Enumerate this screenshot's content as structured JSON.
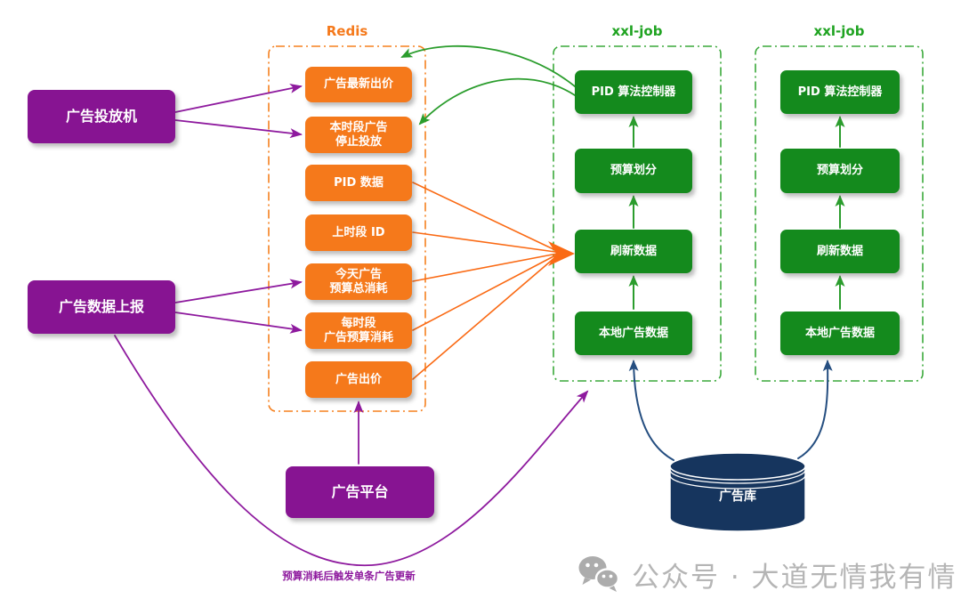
{
  "left_nodes": {
    "ad_server": {
      "label": "广告投放机"
    },
    "ad_report": {
      "label": "广告数据上报"
    },
    "ad_platform": {
      "label": "广告平台"
    }
  },
  "redis": {
    "title": "Redis",
    "items": [
      {
        "label": "广告最新出价"
      },
      {
        "label": "本时段广告\n停止投放"
      },
      {
        "label": "PID 数据"
      },
      {
        "label": "上时段 ID"
      },
      {
        "label": "今天广告\n预算总消耗"
      },
      {
        "label": "每时段\n广告预算消耗"
      },
      {
        "label": "广告出价"
      }
    ]
  },
  "xxl_job_1": {
    "title": "xxl-job",
    "items": [
      {
        "label": "PID 算法控制器"
      },
      {
        "label": "预算划分"
      },
      {
        "label": "刷新数据"
      },
      {
        "label": "本地广告数据"
      }
    ]
  },
  "xxl_job_2": {
    "title": "xxl-job",
    "items": [
      {
        "label": "PID 算法控制器"
      },
      {
        "label": "预算划分"
      },
      {
        "label": "刷新数据"
      },
      {
        "label": "本地广告数据"
      }
    ]
  },
  "database": {
    "label": "广告库"
  },
  "annotations": {
    "budget_trigger": "预算消耗后触发单条广告更新"
  },
  "watermark": {
    "icon": "wechat-icon",
    "text": "公众号 · 大道无情我有情"
  },
  "colors": {
    "purple_box": "#871492",
    "purple_arrow": "#8E1A9E",
    "orange_box": "#F5791B",
    "orange_arrow": "#FA6A14",
    "green_box": "#148A1D",
    "green_arrow": "#2B9D2D",
    "green_border": "#3AA93A",
    "navy_cylinder": "#16355E",
    "navy_arrow": "#254E80",
    "watermark_gray": "#B5B5B5"
  }
}
